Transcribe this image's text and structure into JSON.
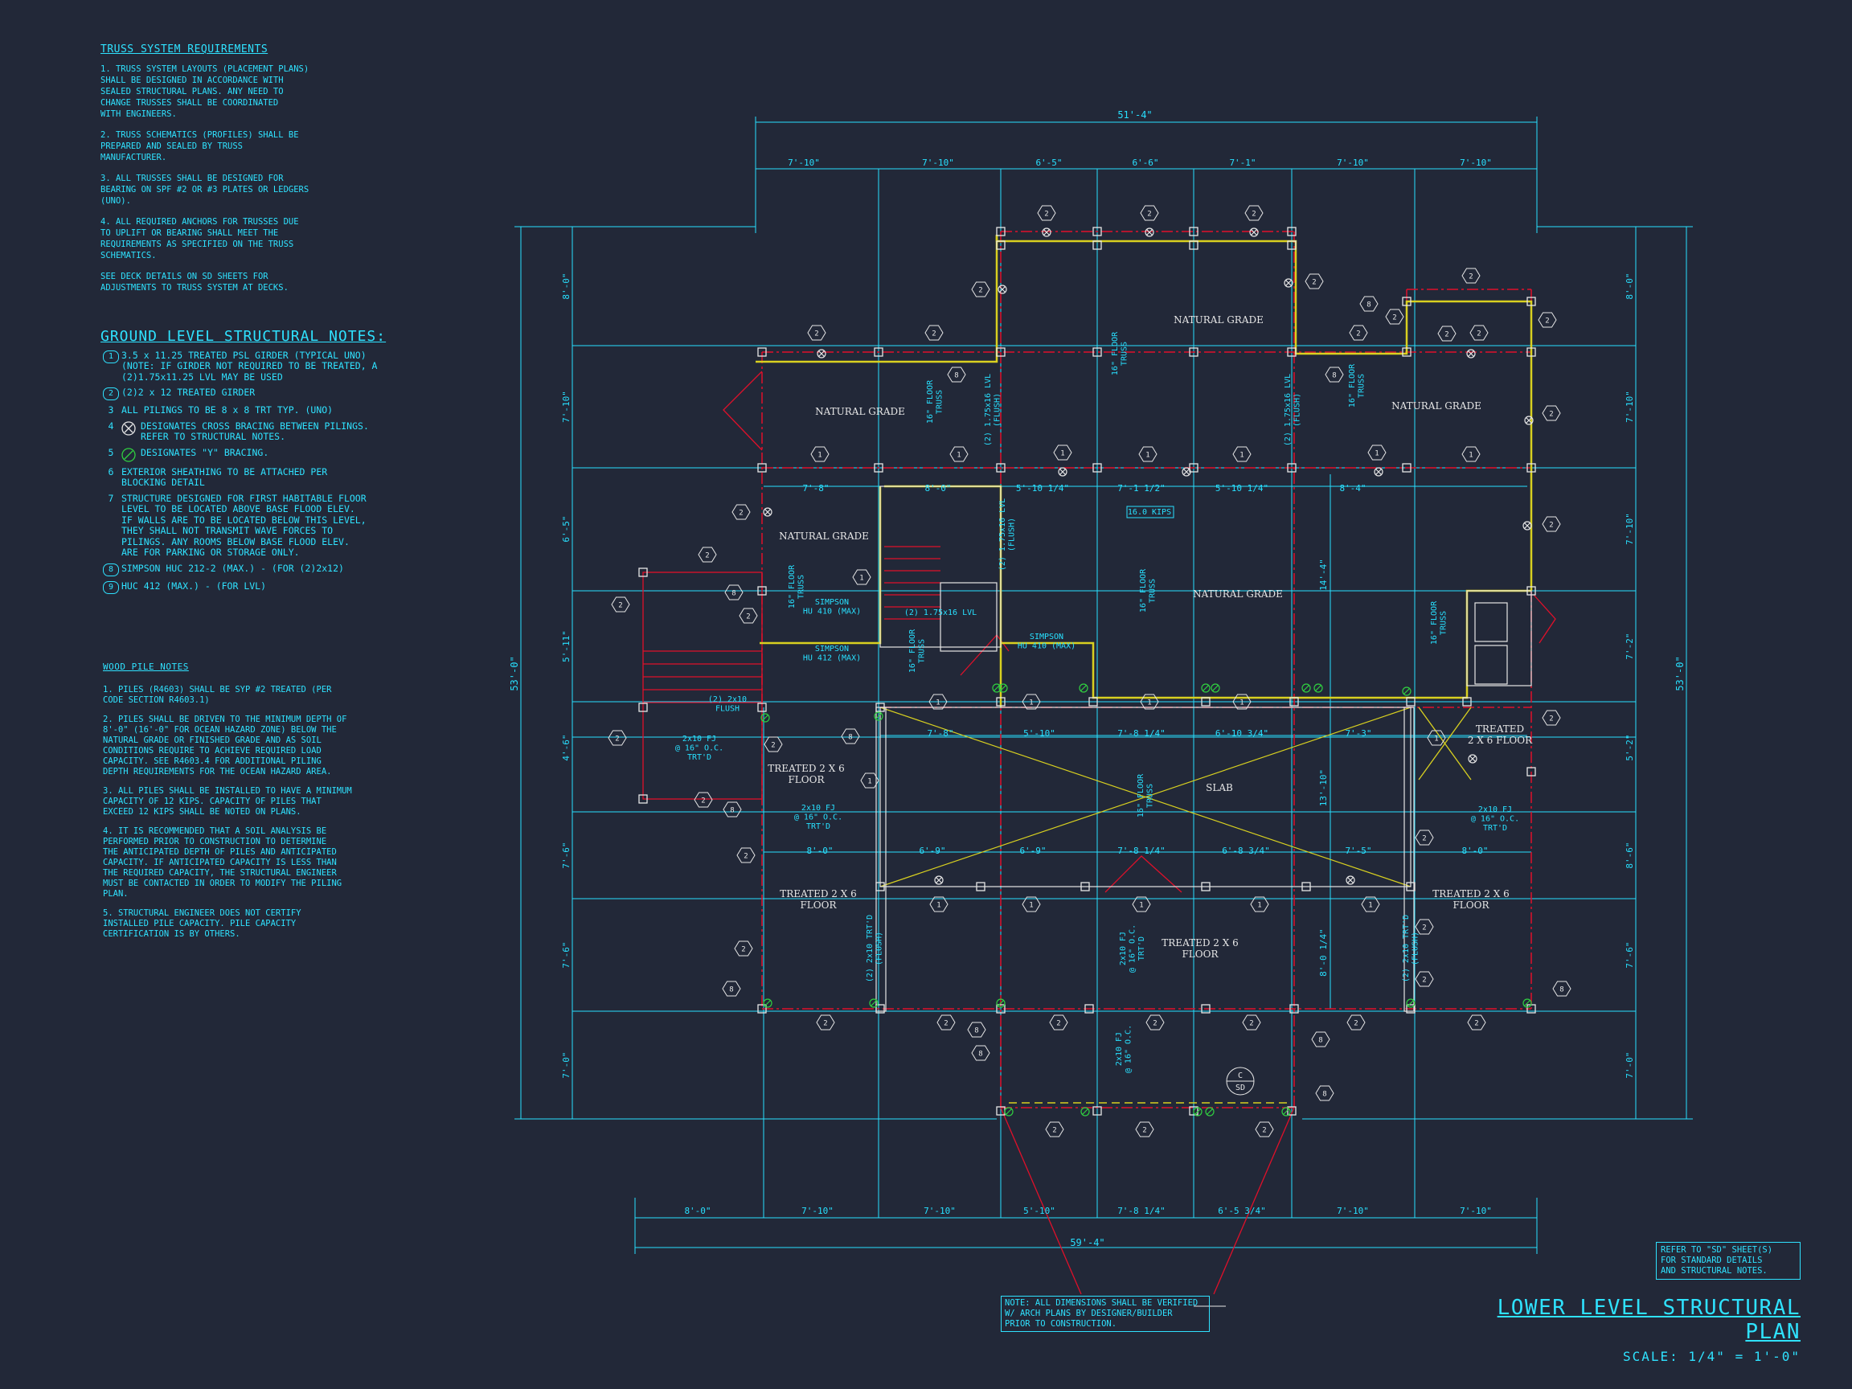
{
  "truss_notes": {
    "heading": "TRUSS SYSTEM REQUIREMENTS",
    "items": [
      "1. TRUSS SYSTEM LAYOUTS (PLACEMENT PLANS)\nSHALL BE DESIGNED IN ACCORDANCE WITH\nSEALED STRUCTURAL PLANS. ANY NEED TO\nCHANGE TRUSSES SHALL BE COORDINATED\nWITH ENGINEERS.",
      "2. TRUSS SCHEMATICS (PROFILES) SHALL BE\nPREPARED AND SEALED BY TRUSS\nMANUFACTURER.",
      "3. ALL TRUSSES SHALL BE DESIGNED FOR\nBEARING ON SPF #2 OR #3 PLATES OR LEDGERS\n(UNO).",
      "4. ALL REQUIRED ANCHORS FOR TRUSSES DUE\nTO UPLIFT OR BEARING SHALL MEET THE\nREQUIREMENTS AS SPECIFIED ON THE TRUSS\nSCHEMATICS.",
      "SEE DECK DETAILS ON SD SHEETS FOR\nADJUSTMENTS TO TRUSS SYSTEM AT DECKS."
    ]
  },
  "ground_notes": {
    "heading": "GROUND LEVEL STRUCTURAL NOTES:",
    "items": [
      {
        "tag": "1",
        "text": "3.5 x 11.25 TREATED PSL GIRDER (TYPICAL UNO)\n(NOTE: IF GIRDER NOT REQUIRED TO BE TREATED, A\n(2)1.75x11.25 LVL MAY BE USED"
      },
      {
        "tag": "2",
        "text": "(2)2 x 12 TREATED GIRDER"
      },
      {
        "tag": "3",
        "text": "ALL PILINGS TO BE 8 x 8 TRT TYP. (UNO)"
      },
      {
        "tag": "4",
        "text": "DESIGNATES CROSS BRACING BETWEEN PILINGS.\nREFER TO STRUCTURAL NOTES."
      },
      {
        "tag": "5",
        "text": "DESIGNATES \"Y\" BRACING."
      },
      {
        "tag": "6",
        "text": "EXTERIOR SHEATHING TO BE ATTACHED PER\nBLOCKING DETAIL"
      },
      {
        "tag": "7",
        "text": "STRUCTURE DESIGNED FOR FIRST HABITABLE FLOOR\nLEVEL TO BE LOCATED ABOVE BASE FLOOD ELEV.\nIF WALLS ARE TO BE LOCATED BELOW THIS LEVEL,\nTHEY SHALL NOT TRANSMIT WAVE FORCES TO\nPILINGS. ANY ROOMS BELOW BASE FLOOD ELEV.\nARE FOR PARKING OR STORAGE ONLY."
      },
      {
        "tag": "8",
        "text": "SIMPSON HUC 212-2 (MAX.) - (FOR (2)2x12)"
      },
      {
        "tag": "9",
        "text": "HUC 412 (MAX.) - (FOR LVL)"
      }
    ]
  },
  "pile_notes": {
    "heading": "WOOD PILE NOTES",
    "items": [
      "1. PILES (R4603) SHALL BE SYP #2 TREATED (PER\nCODE SECTION R4603.1)",
      "2. PILES SHALL BE DRIVEN TO THE MINIMUM DEPTH OF\n8'-0\" (16'-0\" FOR OCEAN HAZARD ZONE) BELOW THE\nNATURAL GRADE OR FINISHED GRADE AND AS SOIL\nCONDITIONS REQUIRE TO ACHIEVE REQUIRED LOAD\nCAPACITY. SEE R4603.4 FOR ADDITIONAL PILING\nDEPTH REQUIREMENTS FOR THE OCEAN HAZARD AREA.",
      "3. ALL PILES SHALL BE INSTALLED TO HAVE A MINIMUM\nCAPACITY OF 12 KIPS. CAPACITY OF PILES THAT\nEXCEED 12 KIPS SHALL BE NOTED ON PLANS.",
      "4. IT IS RECOMMENDED THAT A SOIL ANALYSIS BE\nPERFORMED PRIOR TO CONSTRUCTION TO DETERMINE\nTHE ANTICIPATED DEPTH OF PILES AND ANTICIPATED\nCAPACITY. IF ANTICIPATED CAPACITY IS LESS THAN\nTHE REQUIRED CAPACITY, THE STRUCTURAL ENGINEER\nMUST BE CONTACTED IN ORDER TO MODIFY THE PILING\nPLAN.",
      "5. STRUCTURAL ENGINEER DOES NOT CERTIFY\nINSTALLED PILE CAPACITY. PILE CAPACITY\nCERTIFICATION IS BY OTHERS."
    ]
  },
  "plan": {
    "title": "LOWER LEVEL STRUCTURAL PLAN",
    "scale": "SCALE: 1/4\" = 1'-0\"",
    "refer_note": "REFER TO \"SD\" SHEET(S)\nFOR STANDARD DETAILS\nAND STRUCTURAL NOTES.",
    "verify_note": "NOTE: ALL DIMENSIONS SHALL BE VERIFIED\nW/ ARCH PLANS BY DESIGNER/BUILDER\nPRIOR TO CONSTRUCTION.",
    "overall_top": "51'-4\"",
    "overall_bottom": "59'-4\"",
    "overall_left": "53'-0\"",
    "overall_right": "53'-0\"",
    "top_dims": [
      "7'-10\"",
      "7'-10\"",
      "6'-5\"",
      "6'-6\"",
      "7'-1\"",
      "7'-10\"",
      "7'-10\""
    ],
    "bottom_dims": [
      "8'-0\"",
      "7'-10\"",
      "7'-10\"",
      "5'-10\"",
      "7'-8 1/4\"",
      "6'-5 3/4\"",
      "7'-10\"",
      "7'-10\""
    ],
    "left_dims": [
      "8'-0\"",
      "7'-10\"",
      "6'-5\"",
      "5'-11\"",
      "4'-6\"",
      "7'-6\"",
      "7'-6\"",
      "7'-0\""
    ],
    "right_dims": [
      "8'-0\"",
      "7'-10\"",
      "7'-10\"",
      "7'-2\"",
      "5'-2\"",
      "8'-6\"",
      "7'-6\"",
      "7'-0\""
    ],
    "row1_dims": [
      "7'-8\"",
      "8'-0\"",
      "5'-10 1/4\"",
      "7'-1 1/2\"",
      "5'-10 1/4\"",
      "8'-4\""
    ],
    "row2_dims": [
      "7'-8\"",
      "5'-10\"",
      "7'-8 1/4\"",
      "6'-10 3/4\"",
      "7'-3\""
    ],
    "row3_dims": [
      "8'-0\"",
      "6'-9\"",
      "6'-9\"",
      "7'-8 1/4\"",
      "6'-8 3/4\"",
      "7'-5\"",
      "8'-0\""
    ],
    "inner_v_dims": [
      "14'-4\"",
      "13'-10\"",
      "8'-0 1/4\""
    ],
    "room_labels": [
      "NATURAL GRADE",
      "NATURAL GRADE",
      "NATURAL GRADE",
      "NATURAL GRADE",
      "NATURAL GRADE",
      "SLAB",
      "TREATED 2 X 6\nFLOOR",
      "TREATED 2 X 6\nFLOOR",
      "TREATED 2 X 6\nFLOOR",
      "TREATED 2 X 6\nFLOOR",
      "TREATED\n2 X 6 FLOOR"
    ],
    "truss_labels": [
      "16\" FLOOR\nTRUSS",
      "16\" FLOOR\nTRUSS",
      "16\" FLOOR\nTRUSS",
      "16\" FLOOR\nTRUSS",
      "16\" FLOOR\nTRUSS",
      "16\" FLOOR\nTRUSS",
      "16\" FLOOR\nTRUSS",
      "16\" FLOOR\nTRUSS"
    ],
    "misc_labels": [
      "(2) 1.75x16 LVL\n(FLUSH)",
      "(2) 1.75x16 LVL\n(FLUSH)",
      "(2) 1.75x16 LVL\n(FLUSH)",
      "(2) 1.75x16 LVL",
      "16.0 KIPS",
      "SIMPSON\nHU 410 (MAX)",
      "SIMPSON\nHU 412 (MAX)",
      "SIMPSON\nHU 410 (MAX)",
      "(2) 2x10\nFLUSH",
      "2x10 FJ\n@ 16\" O.C.\nTRT'D",
      "2x10 FJ\n@ 16\" O.C.\nTRT'D",
      "2x10 FJ\n@ 16\" O.C.\nTRT'D",
      "(2) 2x10 TRT'D\n(FLUSH)",
      "(2) 2x10 TRT'D\n(FLUSH)",
      "2x10 FJ\n@ 16\" O.C.\nTRT'D",
      "2x10 FJ\n@ 16\" O.C."
    ],
    "detail_callout": {
      "top": "C",
      "bottom": "SD"
    },
    "tags": [
      "1",
      "2",
      "8"
    ]
  },
  "colors": {
    "background": "#222838",
    "cyan": "#28e0ff",
    "red": "#e0102a",
    "yellow": "#d8d020",
    "white": "#e6e6e6",
    "green": "#30d040"
  }
}
